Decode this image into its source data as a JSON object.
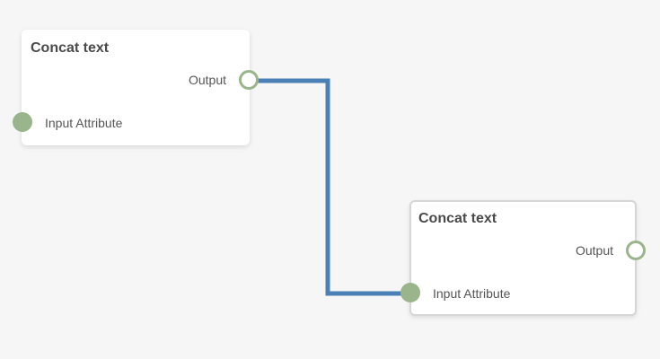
{
  "nodes": [
    {
      "title": "Concat text",
      "output_label": "Output",
      "input_label": "Input Attribute"
    },
    {
      "title": "Concat text",
      "output_label": "Output",
      "input_label": "Input Attribute"
    }
  ],
  "colors": {
    "canvas_background": "#f6f6f6",
    "node_background": "#ffffff",
    "port_color": "#9ab58c",
    "connection_color": "#4a80b6",
    "title_text": "#4a4a4a",
    "label_text": "#555555"
  }
}
